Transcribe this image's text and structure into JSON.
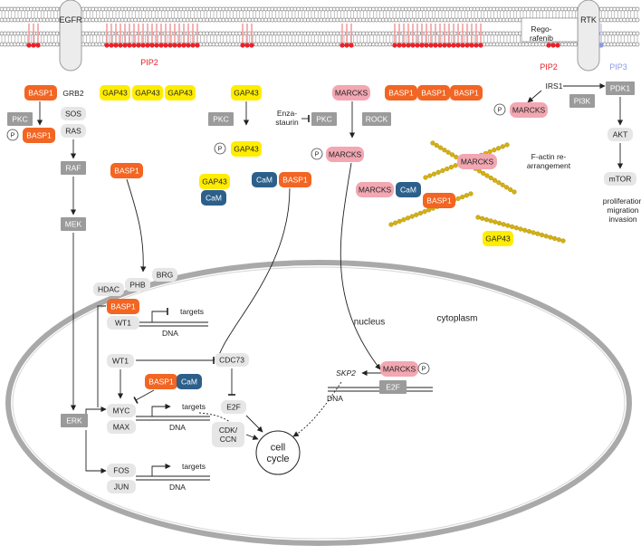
{
  "colors": {
    "basp1": "#f26522",
    "gap43": "#ffed00",
    "marcks": "#f2a7b2",
    "cam": "#2c5f8a",
    "grey_box": "#9b9b9b",
    "light_box": "#e6e6e6",
    "pip2": "#e8222a",
    "pip3": "#8e98e6",
    "membrane": "#8c8c8c",
    "nucleus_border": "#a9a9a9",
    "actin": "#d4b012"
  },
  "membrane": {
    "pip2_label_left": "PIP2",
    "pip2_label_right": "PIP2",
    "pip3_label": "PIP3"
  },
  "receptors": {
    "egfr": "EGFR",
    "rtk": "RTK",
    "regorafenib": "Rego-\nrafenib"
  },
  "labels": {
    "grb2": "GRB2",
    "sos": "SOS",
    "ras": "RAS",
    "raf": "RAF",
    "mek": "MEK",
    "erk": "ERK",
    "pkc1": "PKC",
    "pkc2": "PKC",
    "pkc3": "PKC",
    "rock": "ROCK",
    "enzastaurin": "Enza-\nstaurin",
    "irs1": "IRS1",
    "pi3k": "PI3K",
    "pdk1": "PDK1",
    "akt": "AKT",
    "mtor": "mTOR",
    "outcome": "proliferation\nmigration\ninvasion",
    "basp1": "BASP1",
    "gap43": "GAP43",
    "marcks": "MARCKS",
    "cam": "CaM",
    "phospho": "P",
    "factin": "F-actin re-\narrangement",
    "nucleus": "nucleus",
    "cytoplasm": "cytoplasm",
    "hdac": "HDAC",
    "phb": "PHB",
    "brg": "BRG",
    "wt1": "WT1",
    "dna": "DNA",
    "targets": "targets",
    "cdc73": "CDC73",
    "e2f": "E2F",
    "cdk_ccn": "CDK/\nCCN",
    "myc": "MYC",
    "max": "MAX",
    "fos": "FOS",
    "jun": "JUN",
    "skp2": "SKP2",
    "cell_cycle": "cell\ncycle"
  }
}
